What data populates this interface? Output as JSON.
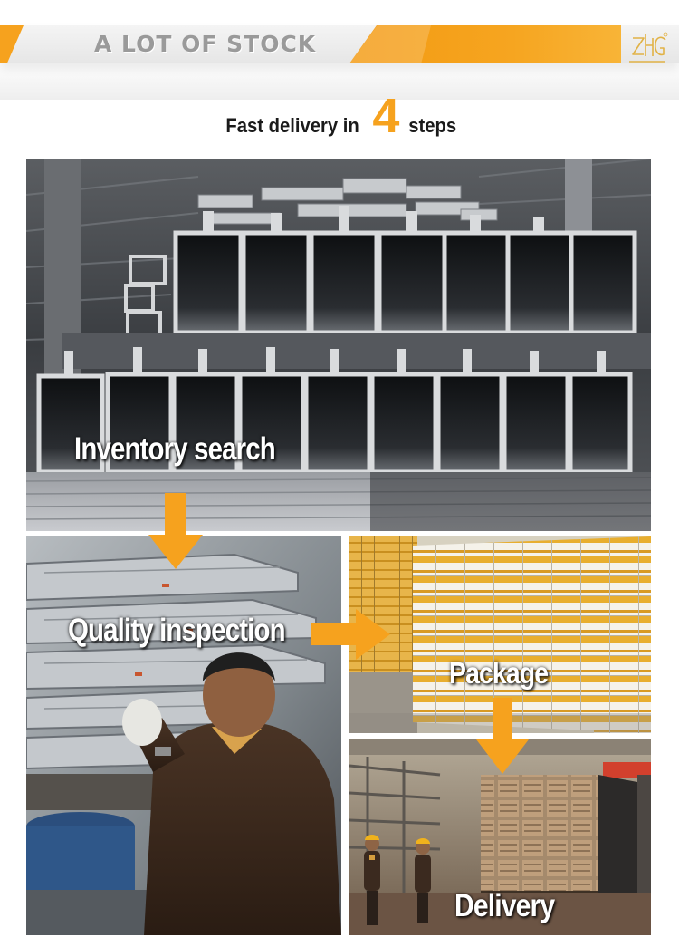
{
  "header": {
    "title": "A LOT OF STOCK",
    "accent_color": "#f6a21e",
    "logo_icon": "zhg-company-logo"
  },
  "subtitle": {
    "prefix": "Fast delivery in",
    "number": "4",
    "suffix": "steps"
  },
  "steps": [
    {
      "label": "Inventory search",
      "image": "stacked-aluminum-square-profiles-photo",
      "arrow": "arrow-down-icon"
    },
    {
      "label": "Quality inspection",
      "image": "worker-inspecting-aluminum-profiles-photo",
      "arrow": "arrow-right-icon"
    },
    {
      "label": "Package",
      "image": "paper-wrapped-profile-bundles-photo",
      "arrow": "arrow-down-icon"
    },
    {
      "label": "Delivery",
      "image": "workers-loading-container-truck-photo"
    }
  ]
}
